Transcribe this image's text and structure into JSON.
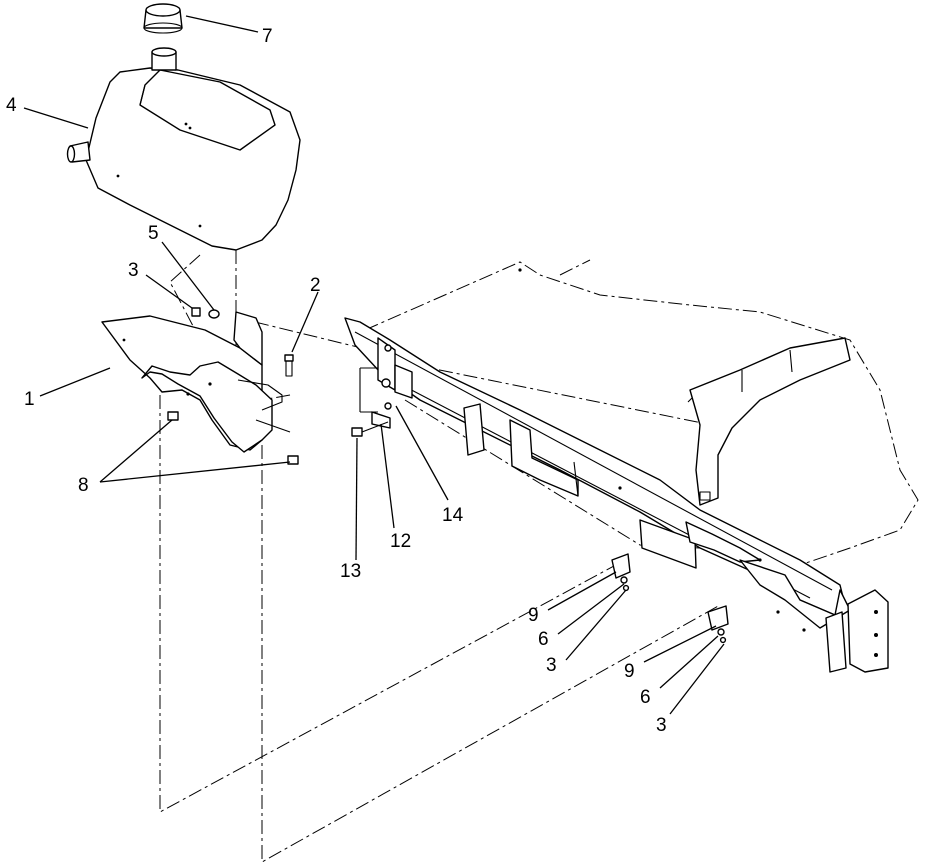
{
  "callouts": {
    "c1": "1",
    "c2": "2",
    "c3a": "3",
    "c3b": "3",
    "c3c": "3",
    "c4": "4",
    "c5": "5",
    "c6a": "6",
    "c6b": "6",
    "c7": "7",
    "c8": "8",
    "c9a": "9",
    "c9b": "9",
    "c12": "12",
    "c13": "13",
    "c14": "14"
  },
  "colors": {
    "line": "#000000",
    "background": "#ffffff"
  }
}
